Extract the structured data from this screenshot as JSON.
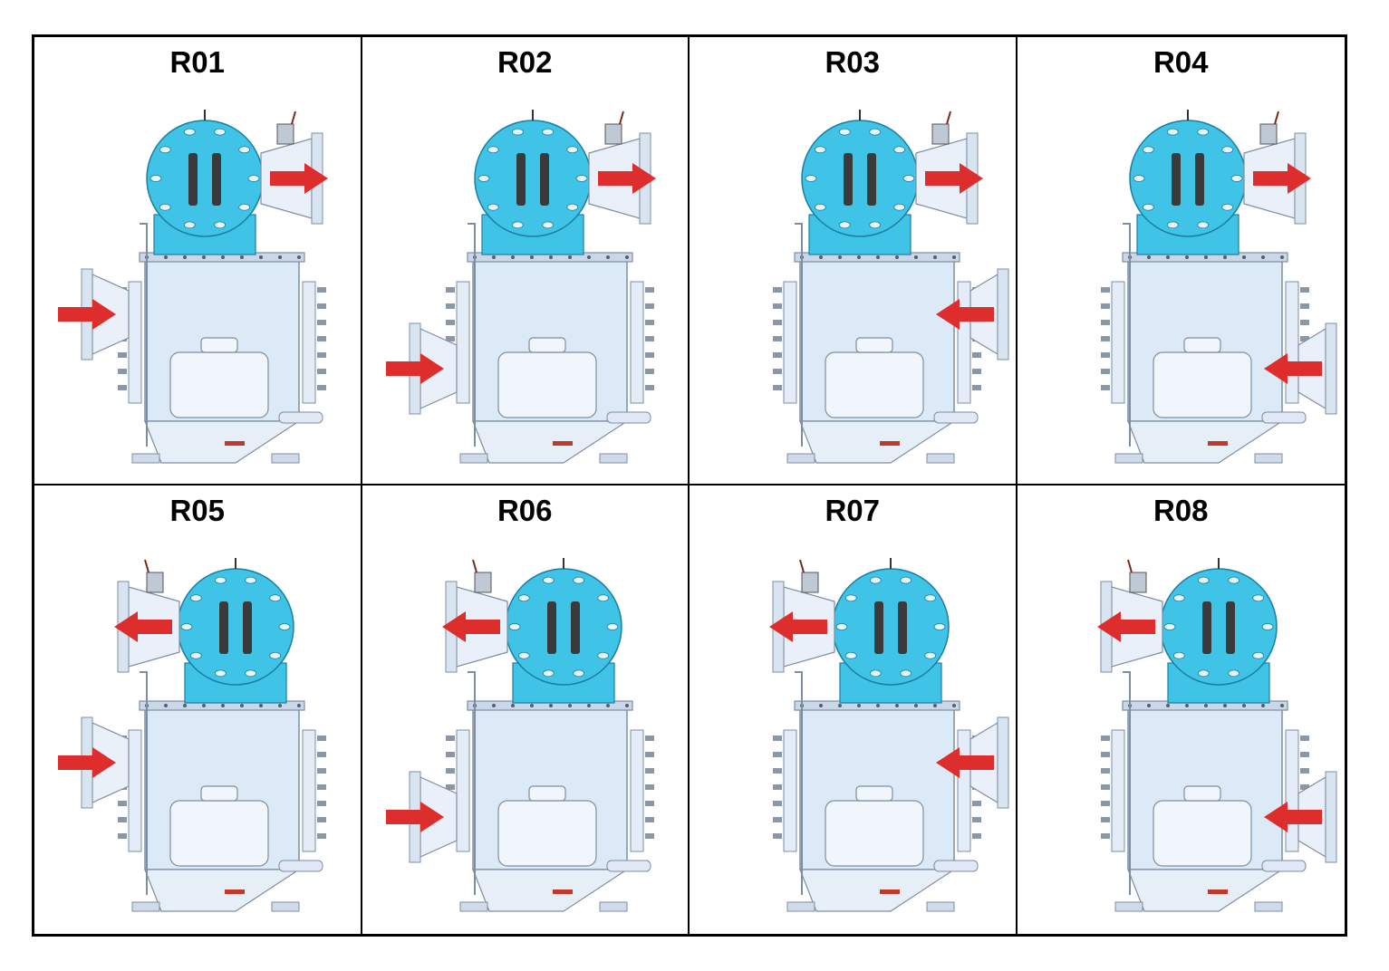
{
  "cells": [
    {
      "label": "R01",
      "outlet": "right",
      "inlet": "left",
      "inlet_level": "high"
    },
    {
      "label": "R02",
      "outlet": "right",
      "inlet": "left",
      "inlet_level": "low"
    },
    {
      "label": "R03",
      "outlet": "right",
      "inlet": "right",
      "inlet_level": "high"
    },
    {
      "label": "R04",
      "outlet": "right",
      "inlet": "right",
      "inlet_level": "low"
    },
    {
      "label": "R05",
      "outlet": "left",
      "inlet": "left",
      "inlet_level": "high"
    },
    {
      "label": "R06",
      "outlet": "left",
      "inlet": "left",
      "inlet_level": "low"
    },
    {
      "label": "R07",
      "outlet": "left",
      "inlet": "right",
      "inlet_level": "high"
    },
    {
      "label": "R08",
      "outlet": "left",
      "inlet": "right",
      "inlet_level": "low"
    }
  ],
  "colors": {
    "head": "#3fc3e6",
    "head_stroke": "#1b7fa0",
    "body": "#dce9f7",
    "body_stroke": "#7d8ea3",
    "arrow": "#dd2d2d",
    "handle": "#3a3a3a",
    "valve": "#c0392b"
  },
  "icons": {
    "arrow": "flow-arrow-icon",
    "vessel": "filter-vessel-icon"
  }
}
